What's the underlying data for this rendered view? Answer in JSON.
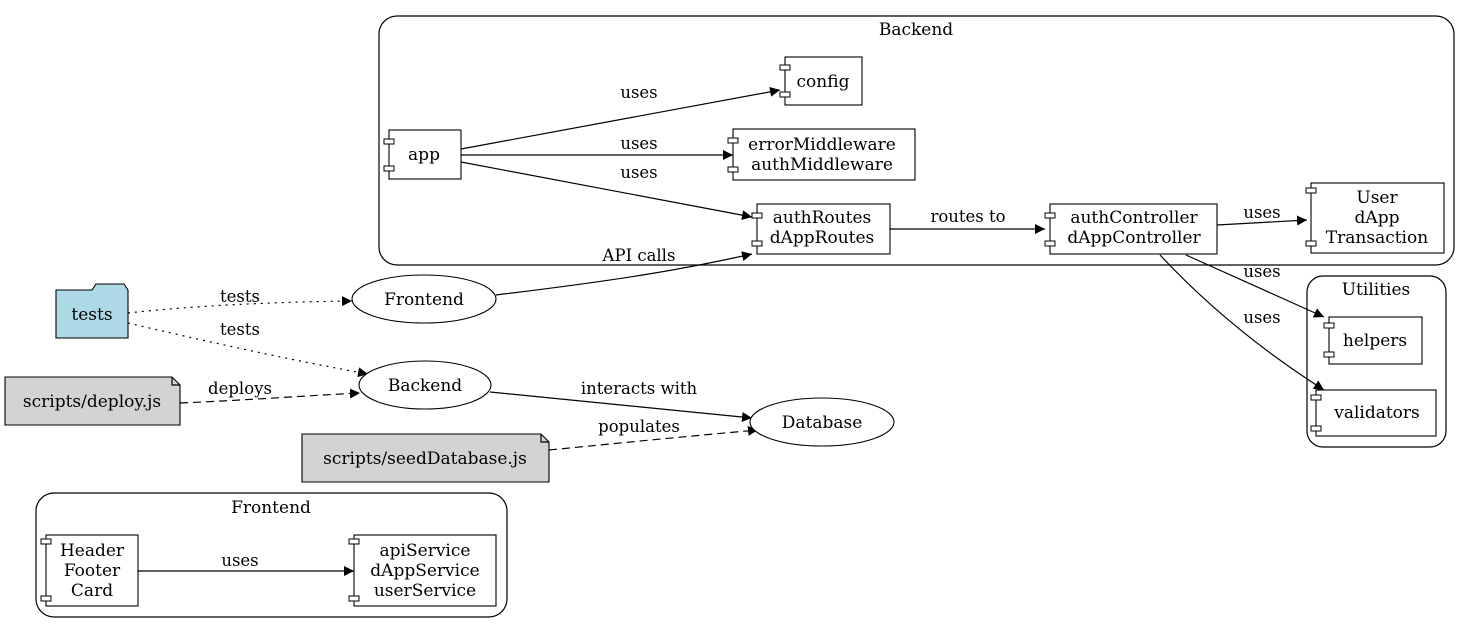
{
  "clusters": {
    "backend": {
      "label": "Backend"
    },
    "utilities": {
      "label": "Utilities"
    },
    "frontend": {
      "label": "Frontend"
    }
  },
  "nodes": {
    "app": {
      "lines": [
        "app"
      ]
    },
    "config": {
      "lines": [
        "config"
      ]
    },
    "middleware": {
      "lines": [
        "errorMiddleware",
        "authMiddleware"
      ]
    },
    "routes": {
      "lines": [
        "authRoutes",
        "dAppRoutes"
      ]
    },
    "controllers": {
      "lines": [
        "authController",
        "dAppController"
      ]
    },
    "models": {
      "lines": [
        "User",
        "dApp",
        "Transaction"
      ]
    },
    "helpers": {
      "lines": [
        "helpers"
      ]
    },
    "validators": {
      "lines": [
        "validators"
      ]
    },
    "components": {
      "lines": [
        "Header",
        "Footer",
        "Card"
      ]
    },
    "services": {
      "lines": [
        "apiService",
        "dAppService",
        "userService"
      ]
    },
    "frontend_ellipse": {
      "lines": [
        "Frontend"
      ]
    },
    "backend_ellipse": {
      "lines": [
        "Backend"
      ]
    },
    "database": {
      "lines": [
        "Database"
      ]
    },
    "tests": {
      "lines": [
        "tests"
      ]
    },
    "deploy": {
      "lines": [
        "scripts/deploy.js"
      ]
    },
    "seed": {
      "lines": [
        "scripts/seedDatabase.js"
      ]
    }
  },
  "edges": {
    "app_config": {
      "label": "uses",
      "style": "solid"
    },
    "app_middleware": {
      "label": "uses",
      "style": "solid"
    },
    "app_routes": {
      "label": "uses",
      "style": "solid"
    },
    "routes_controllers": {
      "label": "routes to",
      "style": "solid"
    },
    "controllers_models": {
      "label": "uses",
      "style": "solid"
    },
    "controllers_helpers": {
      "label": "uses",
      "style": "solid"
    },
    "controllers_validators": {
      "label": "uses",
      "style": "solid"
    },
    "frontend_routes": {
      "label": "API calls",
      "style": "solid"
    },
    "tests_frontend": {
      "label": "tests",
      "style": "dotted"
    },
    "tests_backend": {
      "label": "tests",
      "style": "dotted"
    },
    "deploy_backend": {
      "label": "deploys",
      "style": "dashed"
    },
    "backend_database": {
      "label": "interacts with",
      "style": "solid"
    },
    "seed_database": {
      "label": "populates",
      "style": "dashed"
    },
    "components_services": {
      "label": "uses",
      "style": "solid"
    }
  },
  "colors": {
    "folder_fill": "#add8e6",
    "note_fill": "#d3d3d3",
    "stroke": "#000000",
    "background": "#ffffff"
  }
}
